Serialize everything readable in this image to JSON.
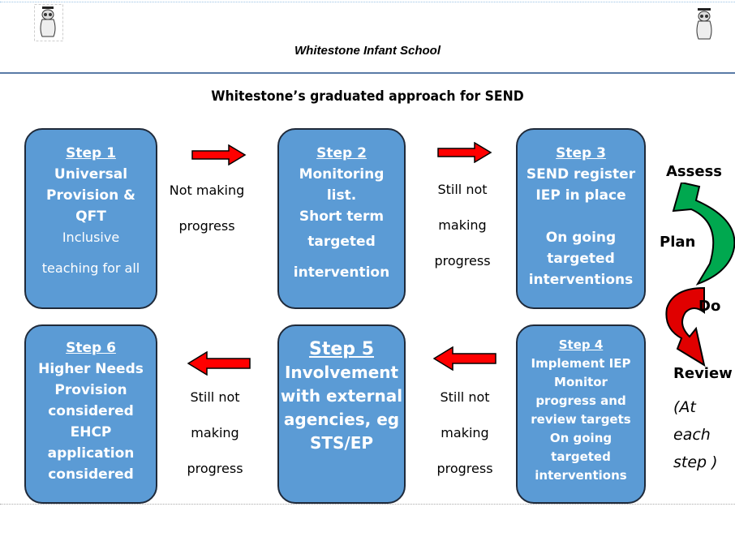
{
  "header": {
    "school_name": "Whitestone Infant School",
    "logo": "owl-logo"
  },
  "title": "Whitestone’s graduated approach for SEND",
  "steps": [
    {
      "heading": "Step 1",
      "lines": [
        "Universal",
        "Provision &",
        "QFT"
      ],
      "sub": [
        "Inclusive",
        "teaching  for all"
      ]
    },
    {
      "heading": "Step 2",
      "lines": [
        "Monitoring",
        "list.",
        "Short term",
        "targeted",
        "intervention"
      ]
    },
    {
      "heading": "Step 3",
      "lines": [
        "SEND register",
        "IEP in place",
        "",
        "On going",
        "targeted",
        "interventions"
      ]
    },
    {
      "heading": "Step 4",
      "lines": [
        "Implement IEP",
        "Monitor",
        "progress and",
        "review targets",
        "On going",
        "targeted",
        "interventions"
      ]
    },
    {
      "heading": "Step 5",
      "lines": [
        "Involvement",
        "with external",
        "agencies, eg",
        "STS/EP"
      ]
    },
    {
      "heading": "Step 6",
      "lines": [
        "Higher Needs",
        "Provision",
        "considered",
        "EHCP",
        "application",
        "considered"
      ]
    }
  ],
  "connectors": [
    {
      "lines": [
        "Not making",
        "progress"
      ]
    },
    {
      "lines": [
        "Still not",
        "making",
        "progress"
      ]
    },
    {
      "lines": [
        "Still not",
        "making",
        "progress"
      ]
    },
    {
      "lines": [
        "Still not",
        "making",
        "progress"
      ]
    }
  ],
  "cycle": {
    "assess": "Assess",
    "plan": "Plan",
    "do": "Do",
    "review": "Review",
    "note": [
      "(At",
      "each",
      "step )"
    ]
  },
  "colors": {
    "box": "#5b9bd5",
    "arrow": "#ff0000",
    "green": "#00b050",
    "red": "#c00000"
  }
}
